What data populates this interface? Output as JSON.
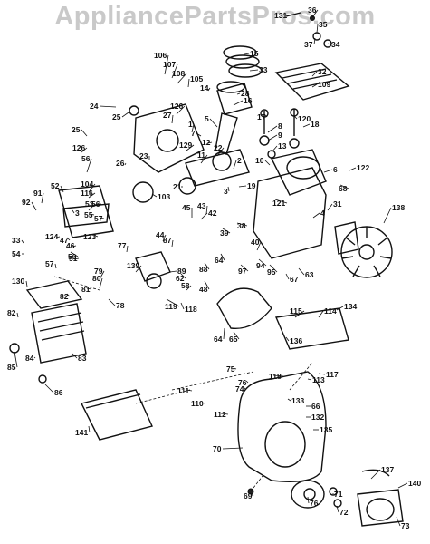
{
  "watermark": "AppliancePartsPros.com",
  "part_labels": [
    "131",
    "36",
    "35",
    "37",
    "34",
    "106",
    "107",
    "108",
    "105",
    "15",
    "33",
    "32",
    "109",
    "14",
    "16",
    "28",
    "24",
    "25",
    "126",
    "27",
    "1",
    "17",
    "5",
    "120",
    "18",
    "7",
    "8",
    "9",
    "13",
    "12",
    "11",
    "22",
    "129",
    "10",
    "2",
    "3",
    "21",
    "19",
    "6",
    "68",
    "122",
    "56",
    "25",
    "126",
    "26",
    "23",
    "52",
    "104",
    "116",
    "91",
    "103",
    "92",
    "121",
    "55",
    "57",
    "53",
    "3",
    "56",
    "43",
    "42",
    "45",
    "39",
    "38",
    "4",
    "31",
    "138",
    "33",
    "47",
    "124",
    "50",
    "54",
    "123",
    "46",
    "51",
    "64",
    "87",
    "44",
    "97",
    "94",
    "95",
    "77",
    "40",
    "63",
    "88",
    "89",
    "79",
    "139",
    "62",
    "48",
    "67",
    "130",
    "57",
    "80",
    "82",
    "81",
    "78",
    "119",
    "118",
    "58",
    "82",
    "115",
    "114",
    "134",
    "64",
    "65",
    "136",
    "85",
    "84",
    "83",
    "86",
    "75",
    "117",
    "118",
    "113",
    "76",
    "74",
    "111",
    "110",
    "133",
    "112",
    "66",
    "132",
    "135",
    "141",
    "70",
    "137",
    "140",
    "69",
    "76",
    "71",
    "72",
    "73"
  ]
}
